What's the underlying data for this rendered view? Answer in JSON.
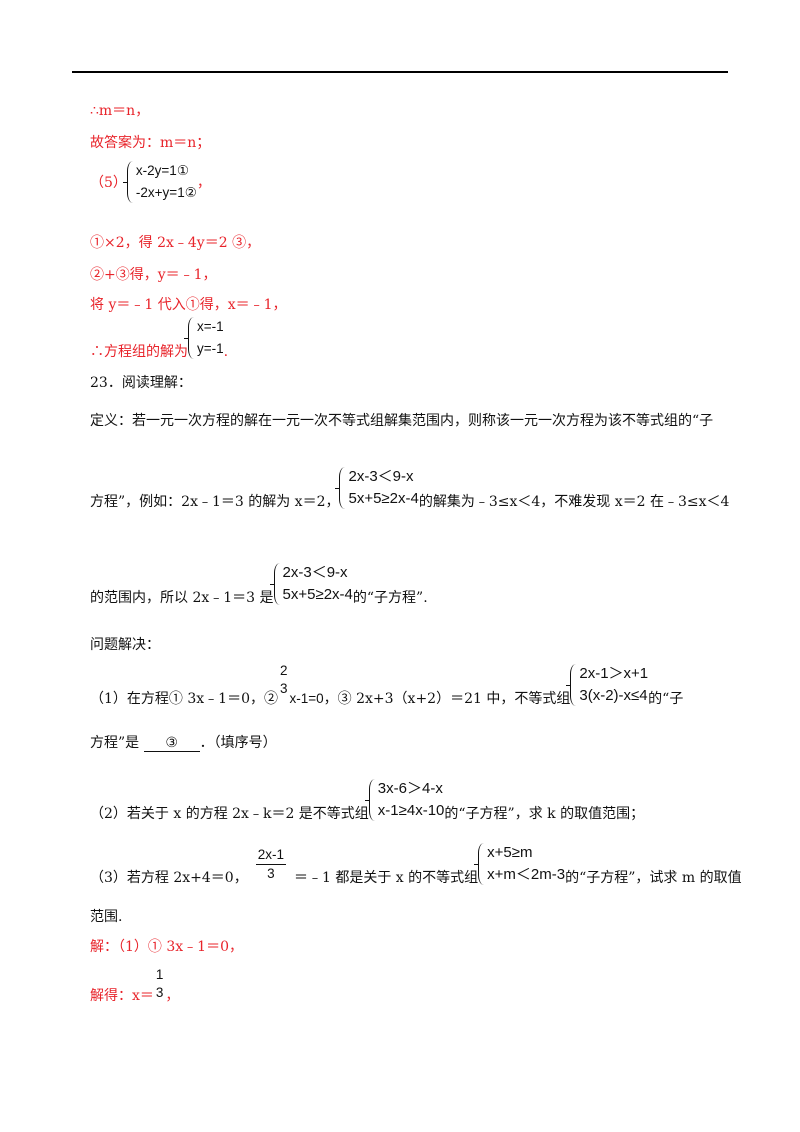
{
  "s1": {
    "t": "∴m＝n，"
  },
  "s2": {
    "t": "故答案为：m＝n；"
  },
  "s3": {
    "label": "（5）",
    "r1": "x-2y=1①",
    "r2": "-2x+y=1②",
    "tail": "，"
  },
  "s4": {
    "t": "①×2，得 2x﹣4y＝2 ③，"
  },
  "s5": {
    "t": "②+③得，y＝﹣1，"
  },
  "s6": {
    "t": "将 y＝﹣1 代入①得，x＝﹣1，"
  },
  "s7": {
    "pre": "∴方程组的解为",
    "r1": "x=-1",
    "r2": "y=-1",
    "tail": "."
  },
  "q23": {
    "t": "23．阅读理解："
  },
  "def": {
    "t": "定义：若一元一次方程的解在一元一次不等式组解集范围内，则称该一元一次方程为该不等式组的“子"
  },
  "ex": {
    "pre": "方程”，例如：2x﹣1＝3 的解为 x＝2，",
    "r1": "2x-3＜9-x",
    "r2": "5x+5≥2x-4",
    "post": "的解集为﹣3≤x＜4，不难发现 x＝2 在﹣3≤x＜4"
  },
  "ex2": {
    "pre": "的范围内，所以 2x﹣1＝3 是",
    "r1": "2x-3＜9-x",
    "r2": "5x+5≥2x-4",
    "post": "的“子方程”."
  },
  "solve": {
    "t": "问题解决："
  },
  "p1": {
    "a": "（1）在方程① 3x﹣1＝0，②",
    "fn": "2",
    "fd": "3",
    "fx": "x-1=0",
    "b": "，③ 2x+3（x+2）＝21 中，不等式组",
    "r1": "2x-1＞x+1",
    "r2": "3(x-2)-x≤4",
    "c": "的“子"
  },
  "p1b": {
    "pre": "方程”是",
    "ans": "③",
    "post": "．（填序号）"
  },
  "p2": {
    "pre": "（2）若关于 x 的方程 2x﹣k＝2 是不等式组",
    "r1": "3x-6＞4-x",
    "r2": "x-1≥4x-10",
    "post": "的“子方程”，求 k 的取值范围；"
  },
  "p3": {
    "pre": "（3）若方程 2x+4＝0，",
    "fn": "2x-1",
    "fd": "3",
    "mid": "＝﹣1 都是关于 x 的不等式组",
    "r1": "x+5≥m",
    "r2": "x+m＜2m-3",
    "post": "的“子方程”，试求 m 的取值"
  },
  "p3b": {
    "t": "范围."
  },
  "a1": {
    "t": "解：（1）① 3x﹣1＝0，"
  },
  "a2": {
    "pre": "解得：x＝",
    "fn": "1",
    "fd": "3",
    "tail": "，"
  }
}
